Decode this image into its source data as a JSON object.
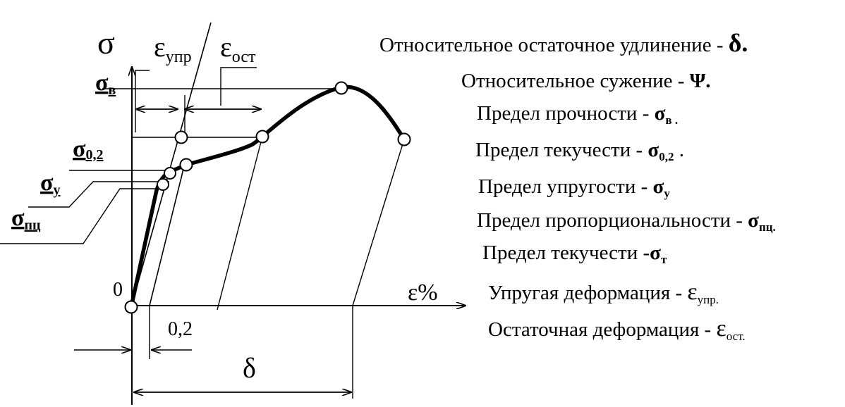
{
  "diagram": {
    "y_axis_label": "σ",
    "x_axis_label": "ε%",
    "origin_label": "0",
    "offset_label": "0,2",
    "delta_label": "δ",
    "eps_upr": {
      "sym": "ε",
      "sub": "упр"
    },
    "eps_ost": {
      "sym": "ε",
      "sub": "ост"
    },
    "sigma_v": {
      "sym": "σ",
      "sub": "в"
    },
    "sigma_02": {
      "sym": "σ",
      "sub": "0,2"
    },
    "sigma_y": {
      "sym": "σ",
      "sub": "у"
    },
    "sigma_pc": {
      "sym": "σ",
      "sub": "пц"
    }
  },
  "legend": [
    {
      "text": "Относительное остаточное удлинение - ",
      "sym": "δ.",
      "sub": ""
    },
    {
      "text": "Относительное сужение - ",
      "sym": "Ψ.",
      "sub": ""
    },
    {
      "text": "Предел прочности - ",
      "sym": "σ",
      "sub": "в .",
      "tail": ""
    },
    {
      "text": "Предел текучести - ",
      "sym": "σ",
      "sub": "0,2",
      "tail": " ."
    },
    {
      "text": "Предел упругости - ",
      "sym": "σ",
      "sub": "у",
      "tail": ""
    },
    {
      "text": "Предел пропорциональности - ",
      "sym": "σ",
      "sub": "пц.",
      "tail": ""
    },
    {
      "text": "Предел текучести -",
      "sym": "σ",
      "sub": "т",
      "tail": ""
    },
    {
      "text": "Упругая деформация - ",
      "sym": "ε",
      "sub": "упр.",
      "tail": ""
    },
    {
      "text": "Остаточная деформация - ",
      "sym": "ε",
      "sub": "ост.",
      "tail": ""
    }
  ],
  "colors": {
    "ink": "#000000",
    "background": "#ffffff"
  }
}
